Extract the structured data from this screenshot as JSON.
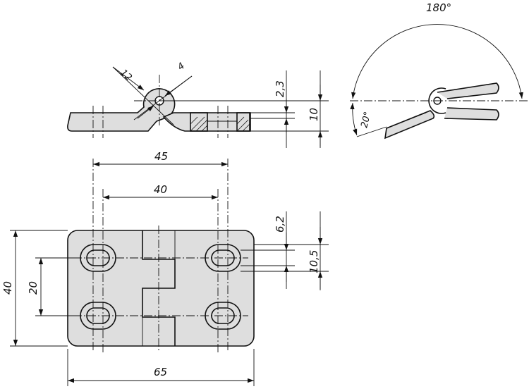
{
  "dimensions": {
    "total_width": "65",
    "hole_spacing_outer": "45",
    "hole_spacing_inner": "40",
    "total_height": "40",
    "hole_vertical_spacing": "20",
    "edge_to_slot": "6,2",
    "slot_span": "10,5",
    "knuckle_diameter": "12",
    "pin_diameter": "4",
    "leaf_thickness": "2,3",
    "overall_thickness": "10",
    "opening_angle": "180°",
    "back_angle": "20°"
  },
  "colors": {
    "part_fill": "#dedede",
    "line": "#111111"
  }
}
